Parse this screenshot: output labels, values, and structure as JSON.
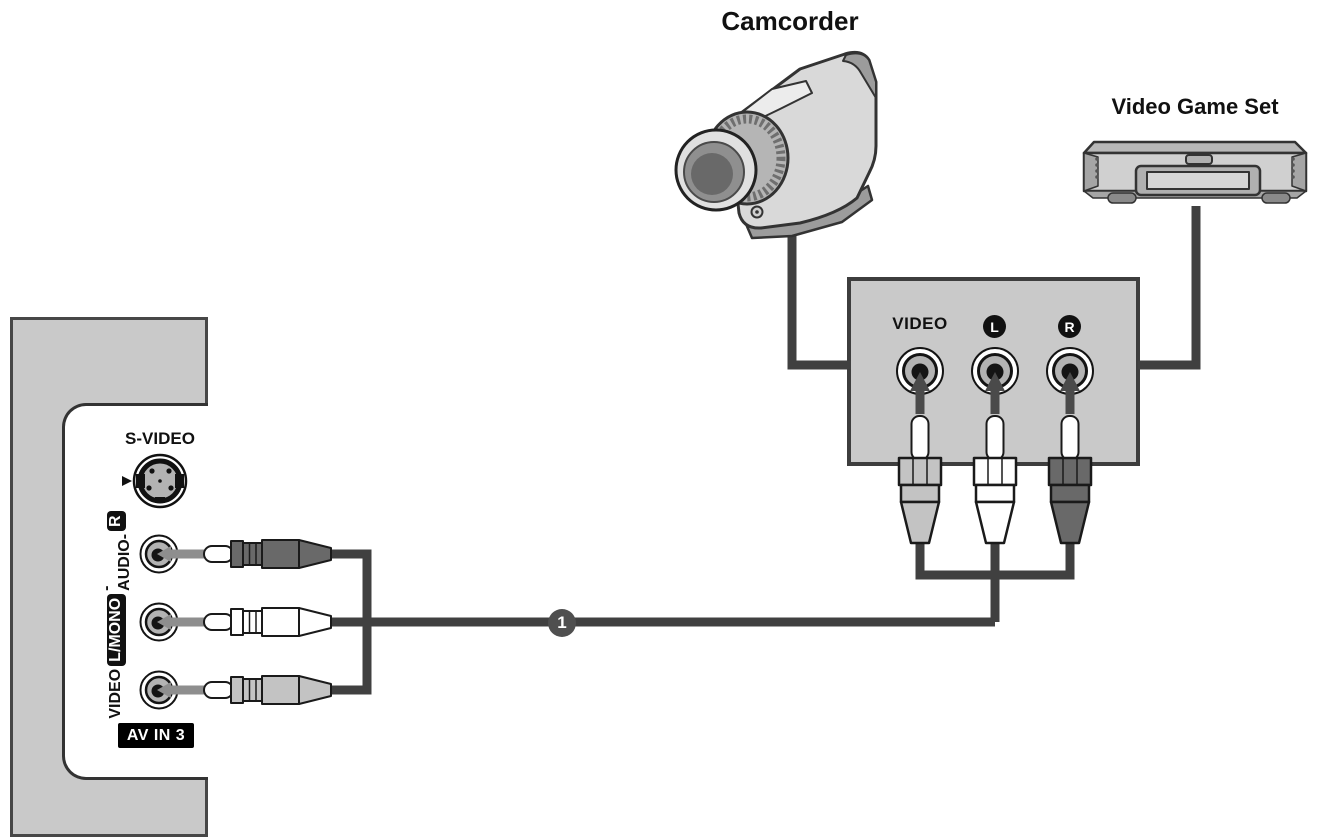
{
  "labels": {
    "camcorder": "Camcorder",
    "video_game_set": "Video Game Set",
    "cable_marker": "1"
  },
  "device_panel": {
    "video": "VIDEO",
    "left": "L",
    "right": "R"
  },
  "tv_panel": {
    "s_video": "S-VIDEO",
    "av_in": "AV IN 3",
    "rotated_label": {
      "video": "VIDEO",
      "l_mono": "L/MONO",
      "audio": "-AUDIO-",
      "r": "R"
    }
  },
  "colors": {
    "background": "#ffffff",
    "panel_gray": "#c9c9c9",
    "outline_dark": "#3d3d3d",
    "cable": "#404040",
    "plug_dark": "#696969",
    "plug_light": "#c3c3c3",
    "plug_white": "#ffffff",
    "jack_face": "#b3b3b3",
    "arrow_tv": "#8e8e8e",
    "arrow_device": "#4a4a4a",
    "marker_bg": "#4f4f4f",
    "label_black": "#111111"
  }
}
